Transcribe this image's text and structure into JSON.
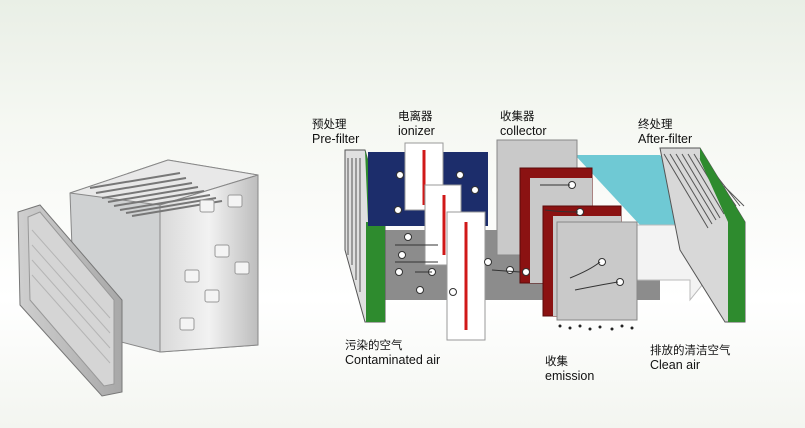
{
  "labels": {
    "prefilter": {
      "zh": "预处理",
      "en": "Pre-filter"
    },
    "ionizer": {
      "zh": "电离器",
      "en": "ionizer"
    },
    "collector": {
      "zh": "收集器",
      "en": "collector"
    },
    "afterfilter": {
      "zh": "终处理",
      "en": "After-filter"
    },
    "contaminated": {
      "zh": "污染的空气",
      "en": "Contaminated air"
    },
    "emission": {
      "zh": "收集",
      "en": "emission"
    },
    "clean": {
      "zh": "排放的清洁空气",
      "en": "Clean air"
    }
  },
  "colors": {
    "filter_green": "#2e8b2e",
    "ionizer_navy": "#1c2d6b",
    "collector_red": "#8b1212",
    "clean_air_cyan": "#6fc9d4",
    "dirty_air_gray": "#8c8c8c"
  },
  "icons": [
    "positive-ion-icon",
    "electron-icon",
    "ionizer-wire-icon",
    "dust-drop-icon"
  ]
}
